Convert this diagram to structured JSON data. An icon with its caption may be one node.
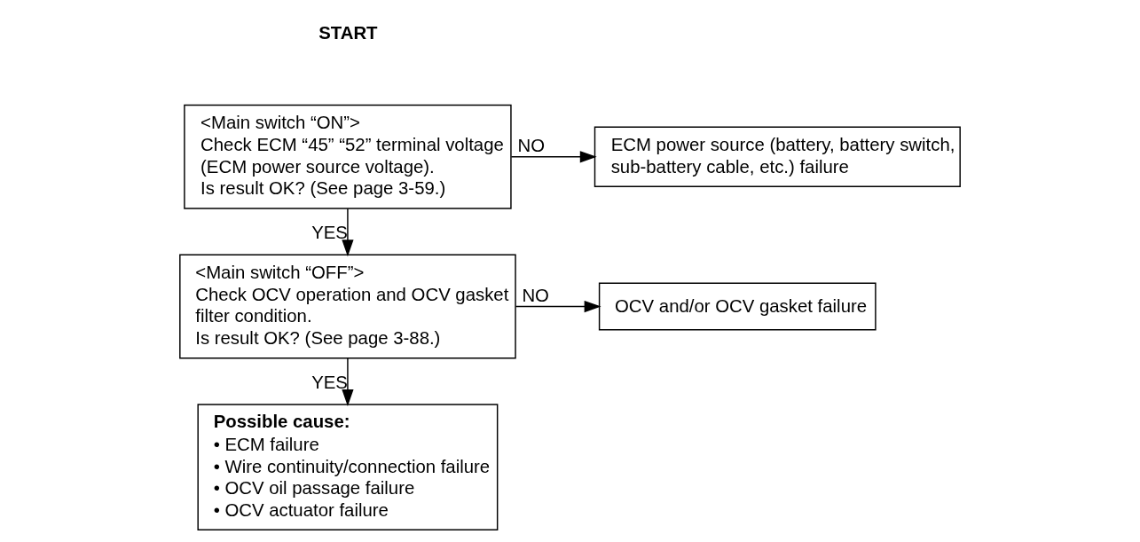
{
  "diagram": {
    "nodes": [
      {
        "text": [
          "<Main switch “ON”>",
          "Check ECM “45” “52” terminal voltage (ECM power source voltage).",
          "Is result OK? (See page 3-59.)"
        ]
      },
      {
        "text": [
          "ECM power source (battery, battery switch, sub-battery cable, etc.) failure"
        ]
      },
      {
        "text": [
          "<Main switch “OFF”>",
          "Check OCV operation and OCV gasket filter condition.",
          "Is result OK? (See page 3-88.)"
        ]
      },
      {
        "text": [
          "OCV and/or OCV gasket failure"
        ]
      },
      {
        "text": [
          "Possible cause:",
          "• ECM failure",
          "• Wire continuity/connection failure",
          "• OCV oil passage failure",
          "• OCV actuator failure"
        ]
      }
    ],
    "edges": [
      {
        "from": 0,
        "to": 1,
        "arrow": "to",
        "label": "NO"
      },
      {
        "from": 0,
        "to": 2,
        "arrow": "to",
        "label": "YES"
      },
      {
        "from": 2,
        "to": 3,
        "arrow": "to",
        "label": "NO"
      },
      {
        "from": 2,
        "to": 4,
        "arrow": "to",
        "label": "YES"
      }
    ],
    "labels": [
      "START"
    ]
  }
}
